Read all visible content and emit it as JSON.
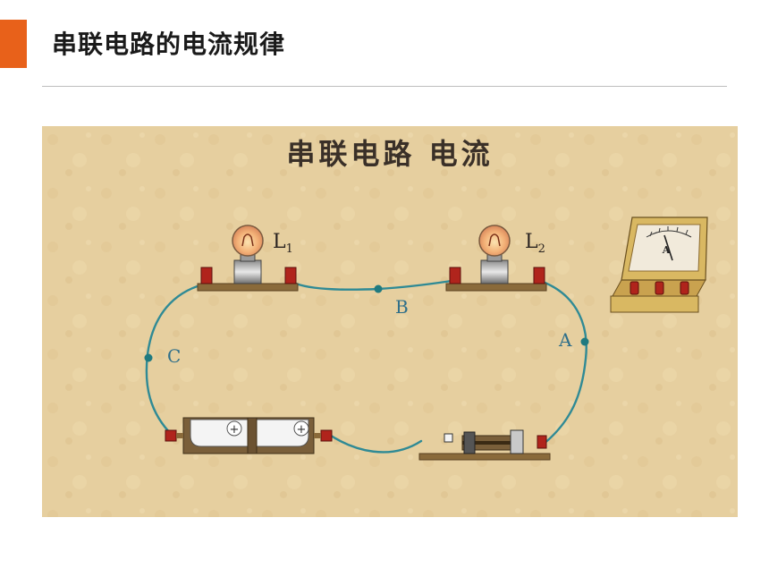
{
  "slide": {
    "title": "串联电路的电流规律"
  },
  "diagram": {
    "heading": "串联电路  电流",
    "bulb1_label": "L",
    "bulb1_sub": "1",
    "bulb2_label": "L",
    "bulb2_sub": "2",
    "point_a": "A",
    "point_b": "B",
    "point_c": "C",
    "ammeter_symbol": "A",
    "battery_plus_1": "+",
    "battery_plus_2": "+"
  },
  "colors": {
    "accent": "#e8611a",
    "wire": "#2f8a95",
    "background": "#e6cf9f"
  }
}
